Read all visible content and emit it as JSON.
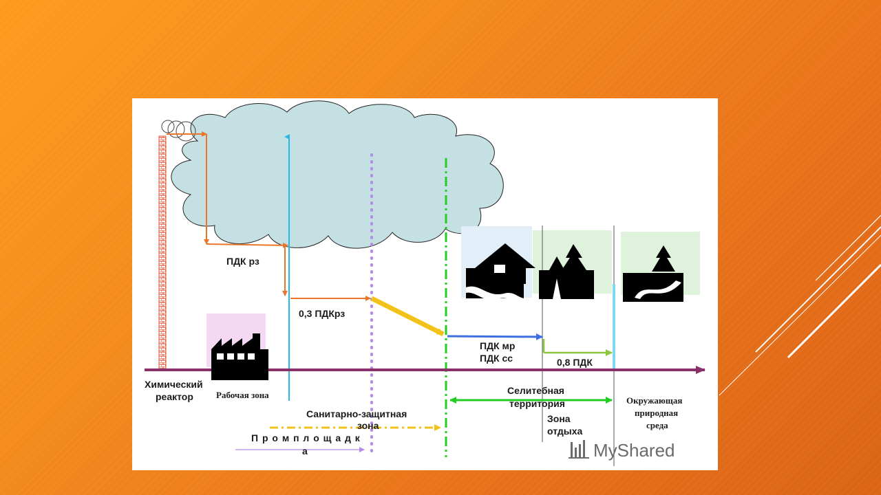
{
  "diagram": {
    "labels": {
      "pdk_rz": "ПДК рз",
      "pdk_03": "0,3 ПДКрз",
      "pdk_mr": "ПДК мр",
      "pdk_ss": "ПДК сс",
      "pdk_08": "0,8 ПДК",
      "reactor_line1": "Химический",
      "reactor_line2": "реактор",
      "work_zone": "Рабочая зона",
      "sanitary_line1": "Санитарно-защитная",
      "sanitary_line2": "зона",
      "promplosh_line1": "П р о м п л о щ а д к",
      "promplosh_line2": "а",
      "residential_line1": "Селитебная",
      "residential_line2": "территория",
      "recreation_line1": "Зона",
      "recreation_line2": "отдыха",
      "environment_line1": "Окружающая",
      "environment_line2": "природная",
      "environment_line3": "среда"
    },
    "watermark": "MyShared",
    "colors": {
      "cloud": "#c5e0e3",
      "chimney": "#e05a3a",
      "orange_arrow": "#e9762b",
      "yellow_arrow": "#f2c21a",
      "blue_arrow": "#3d6fe0",
      "lime_arrow": "#8cc63f",
      "green_dashed": "#22cc22",
      "purple_dots": "#b48be8",
      "ground_axis": "#8b2f6b",
      "cyan_line": "#29b7e6",
      "work_zone_bg": "#f5d9f2",
      "residential_bg": "#e2eef8",
      "nature_bg": "#dff3dc"
    },
    "icons": [
      "factory-icon",
      "house-icon",
      "forest-tent-icon",
      "forest-river-icon",
      "watermark-chart-icon"
    ]
  }
}
